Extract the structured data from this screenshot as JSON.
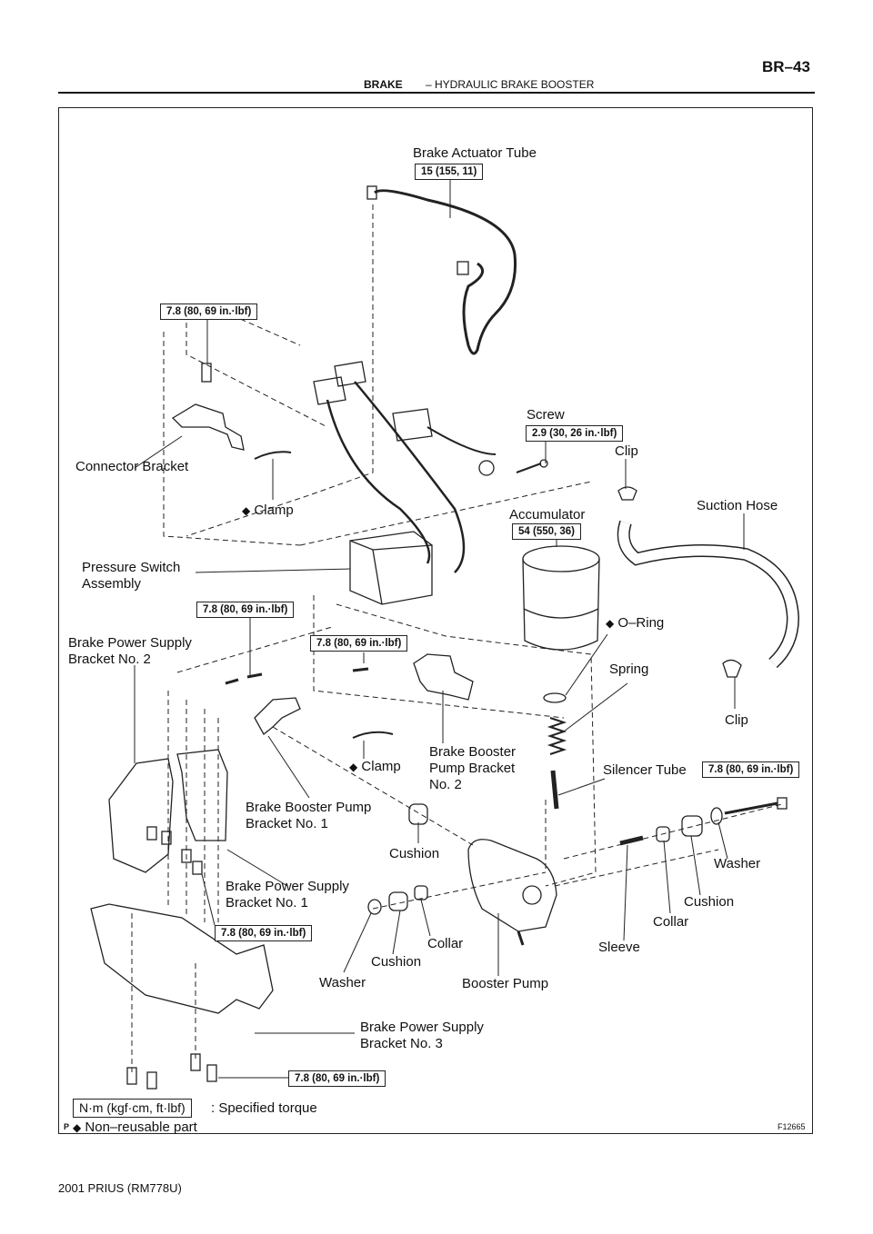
{
  "header": {
    "section": "BRAKE",
    "subtitle": "–   HYDRAULIC BRAKE BOOSTER",
    "page": "BR–43"
  },
  "labels": {
    "brake_actuator_tube": "Brake Actuator Tube",
    "connector_bracket": "Connector Bracket",
    "clamp_upper": "Clamp",
    "screw": "Screw",
    "clip_upper": "Clip",
    "suction_hose": "Suction Hose",
    "accumulator": "Accumulator",
    "pressure_switch_l1": "Pressure Switch",
    "pressure_switch_l2": "Assembly",
    "o_ring": "O–Ring",
    "bpsb2_l1": "Brake  Power  Supply",
    "bpsb2_l2": "Bracket No. 2",
    "spring": "Spring",
    "clip_lower": "Clip",
    "clamp_lower": "Clamp",
    "bbpb2_l1": "Brake Booster",
    "bbpb2_l2": "Pump Bracket",
    "bbpb2_l3": "No. 2",
    "silencer_tube": "Silencer Tube",
    "bbpb1_l1": "Brake  Booster  Pump",
    "bbpb1_l2": "Bracket No. 1",
    "cushion_top": "Cushion",
    "washer_right": "Washer",
    "bpsb1_l1": "Brake  Power  Supply",
    "bpsb1_l2": "Bracket No. 1",
    "cushion_right": "Cushion",
    "collar_right": "Collar",
    "collar_left": "Collar",
    "sleeve": "Sleeve",
    "cushion_left": "Cushion",
    "washer_left": "Washer",
    "booster_pump": "Booster Pump",
    "bpsb3_l1": "Brake  Power  Supply",
    "bpsb3_l2": "Bracket No. 3"
  },
  "torques": {
    "t_actuator_tube": "15 (155, 11)",
    "t_connector": "7.8 (80, 69 in.·lbf)",
    "t_screw": "2.9 (30, 26 in.·lbf)",
    "t_accumulator": "54 (550, 36)",
    "t_bracket2": "7.8 (80, 69 in.·lbf)",
    "t_pump_bracket2": "7.8 (80, 69 in.·lbf)",
    "t_long_bolt": "7.8 (80, 69 in.·lbf)",
    "t_bracket1": "7.8 (80, 69 in.·lbf)",
    "t_bracket3": "7.8 (80, 69 in.·lbf)"
  },
  "legend": {
    "unit_box": "N·m (kgf·cm, ft·lbf)",
    "unit_text": ": Specified torque",
    "nonreusable": "Non–reusable part",
    "diamond_symbol": "◆"
  },
  "figure_code": "F12665",
  "figure_mark": "P",
  "footer": "2001 PRIUS   (RM778U)"
}
